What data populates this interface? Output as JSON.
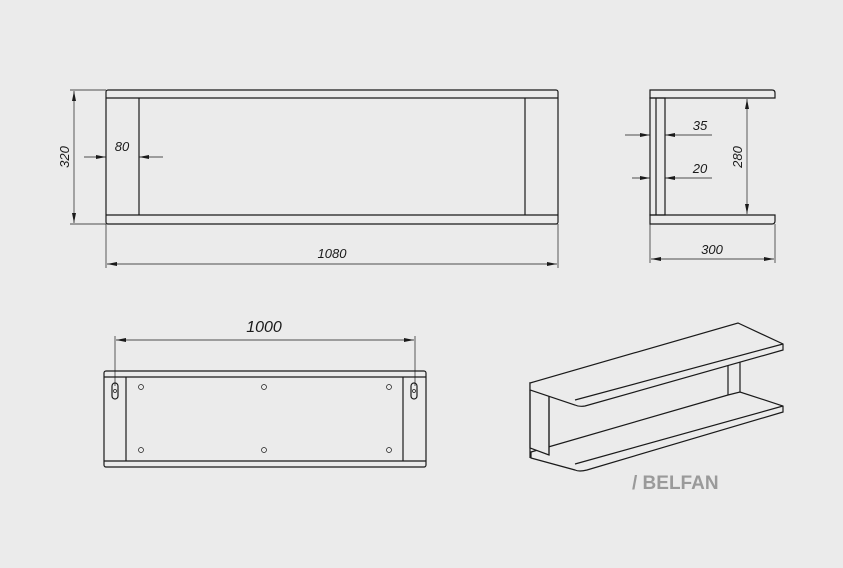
{
  "front_view": {
    "width_label": "1080",
    "height_label": "320",
    "side_panel_label": "80"
  },
  "side_view": {
    "depth_label": "300",
    "inner_height_label": "280",
    "panel_outer_label": "35",
    "panel_inner_label": "20"
  },
  "back_view": {
    "mount_spacing_label": "1000"
  },
  "brand": {
    "logo_text": "/ BELFAN"
  }
}
